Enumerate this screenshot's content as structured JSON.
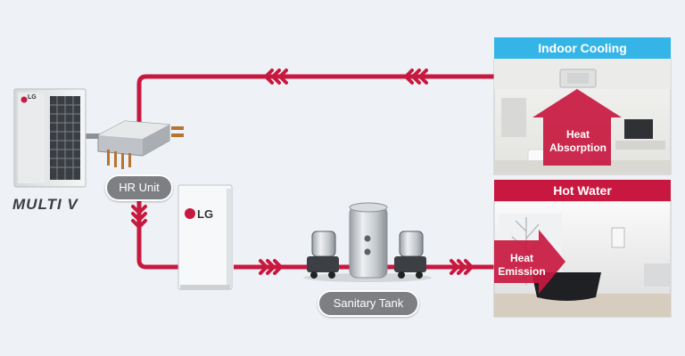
{
  "diagram": {
    "panels": {
      "indoor_cooling": {
        "title": "Indoor Cooling",
        "callout": "Heat Absorption",
        "accent": "#35b4e8"
      },
      "hot_water": {
        "title": "Hot Water",
        "callout": "Heat Emission",
        "accent": "#c8183f"
      }
    },
    "labels": {
      "hr_unit": "HR Unit",
      "sanitary_tank": "Sanitary Tank",
      "brand_logo": "MULTI V",
      "logo_text": "LG"
    },
    "colors": {
      "pipe": "#c8183f",
      "pill_bg": "#7d7f83",
      "background": "#eef1f5"
    }
  }
}
